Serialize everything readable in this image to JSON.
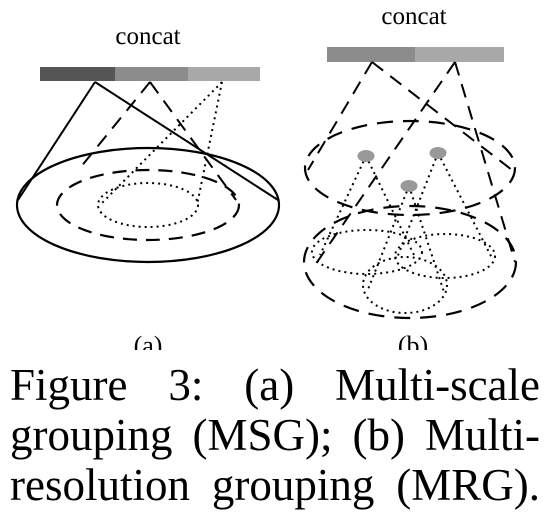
{
  "figure": {
    "panel_a": {
      "concat_label": "concat",
      "panel_label": "(a)"
    },
    "panel_b": {
      "concat_label": "concat",
      "panel_label": "(b)"
    },
    "colors": {
      "bar_dark": "#555555",
      "bar_mid": "#8c8c8c",
      "bar_light": "#a8a8a8",
      "dot": "#999999",
      "stroke": "#000000"
    }
  },
  "caption": {
    "line1": "Figure 3:  (a) Multi-scale",
    "line2": "grouping (MSG); (b) Multi-",
    "line3": "resolution grouping (MRG)."
  }
}
